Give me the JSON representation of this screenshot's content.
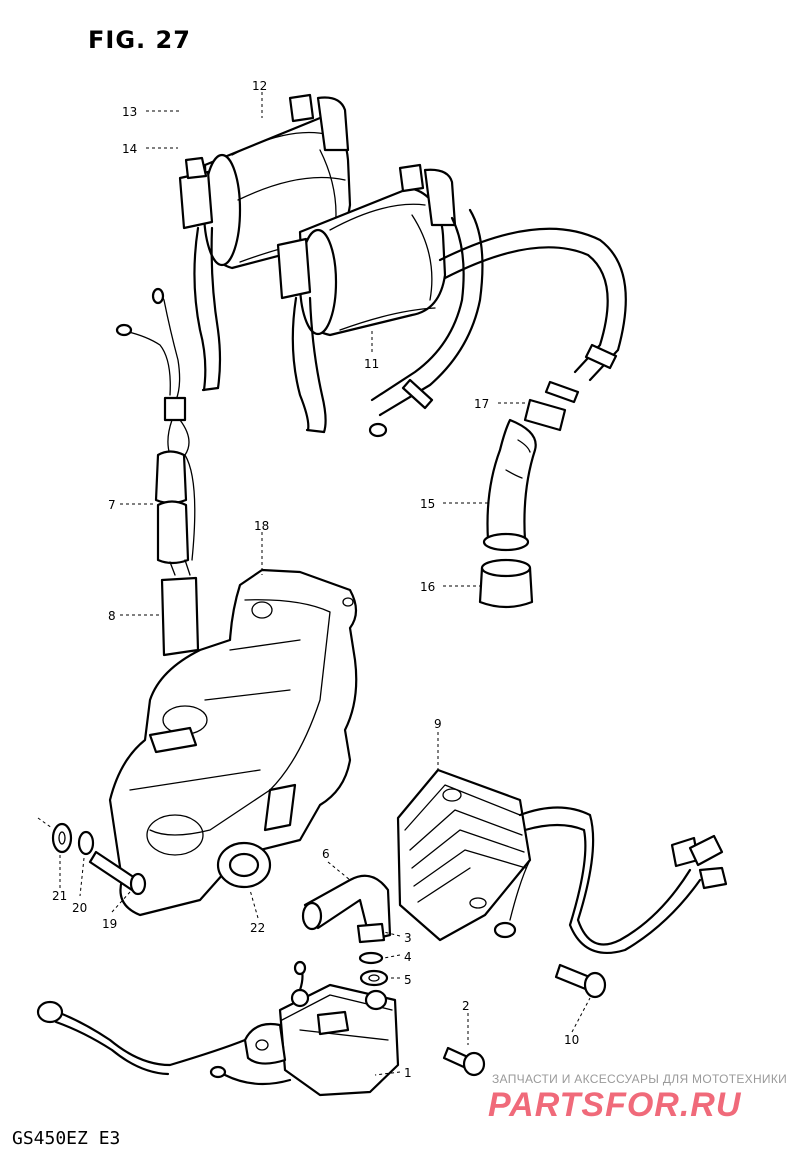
{
  "figure": {
    "title": "FIG. 27",
    "model": "GS450EZ  E3"
  },
  "watermark": {
    "tagline": "ЗАПЧАСТИ И АКСЕССУАРЫ ДЛЯ МОТОТЕХНИКИ",
    "logo": "PARTSFOR.RU"
  },
  "callouts": [
    {
      "id": "c1",
      "label": "1"
    },
    {
      "id": "c2",
      "label": "2"
    },
    {
      "id": "c3",
      "label": "3"
    },
    {
      "id": "c4",
      "label": "4"
    },
    {
      "id": "c5",
      "label": "5"
    },
    {
      "id": "c6",
      "label": "6"
    },
    {
      "id": "c7",
      "label": "7"
    },
    {
      "id": "c8",
      "label": "8"
    },
    {
      "id": "c9",
      "label": "9"
    },
    {
      "id": "c10",
      "label": "10"
    },
    {
      "id": "c11",
      "label": "11"
    },
    {
      "id": "c12",
      "label": "12"
    },
    {
      "id": "c13",
      "label": "13"
    },
    {
      "id": "c14",
      "label": "14"
    },
    {
      "id": "c15",
      "label": "15"
    },
    {
      "id": "c16",
      "label": "16"
    },
    {
      "id": "c17",
      "label": "17"
    },
    {
      "id": "c18",
      "label": "18"
    },
    {
      "id": "c19",
      "label": "19"
    },
    {
      "id": "c20",
      "label": "20"
    },
    {
      "id": "c21",
      "label": "21"
    },
    {
      "id": "c22",
      "label": "22"
    }
  ]
}
